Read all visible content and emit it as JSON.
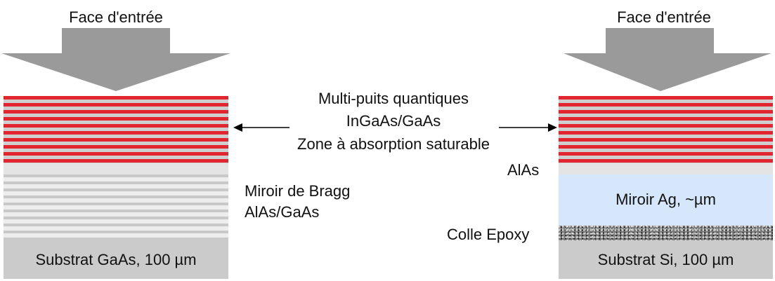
{
  "left": {
    "title": "Face d'entrée",
    "bragg_line1": "Miroir de Bragg",
    "bragg_line2": "AlAs/GaAs",
    "substrate": "Substrat GaAs, 100 µm"
  },
  "right": {
    "title": "Face d'entrée",
    "alas": "AlAs",
    "mirror": "Miroir Ag, ~µm",
    "epoxy": "Colle Epoxy",
    "substrate": "Substrat Si, 100 µm"
  },
  "center": {
    "line1": "Multi-puits quantiques",
    "line2": "InGaAs/GaAs",
    "line3": "Zone à absorption saturable"
  },
  "colors": {
    "quantum_well_red": "#e2262f",
    "spacer_grey": "#cfcfcf",
    "silver_mirror": "#d6e6fb",
    "substrate_grey": "#cbcbcb",
    "arrow_grey": "#9a9a9a"
  }
}
